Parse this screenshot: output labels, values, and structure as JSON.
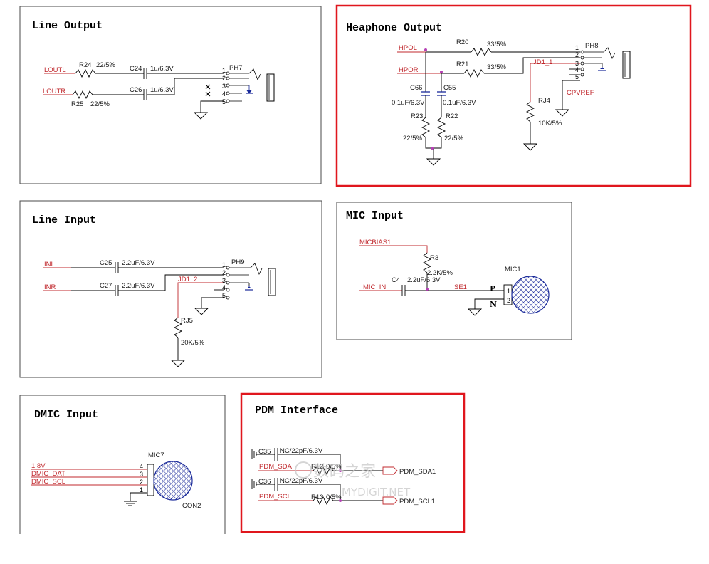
{
  "panels": {
    "line_output": {
      "title": "Line Output",
      "nets": {
        "loutl": "LOUTL",
        "loutr": "LOUTR"
      },
      "parts": {
        "r24": "R24",
        "r24_val": "22/5%",
        "r25": "R25",
        "r25_val": "22/5%",
        "c24": "C24",
        "c24_val": "1u/6.3V",
        "c26": "C26",
        "c26_val": "1u/6.3V",
        "jack": "PH7"
      },
      "pins": [
        "1",
        "2",
        "3",
        "4",
        "5"
      ]
    },
    "headphone_output": {
      "title": "Heaphone Output",
      "nets": {
        "hpol": "HPOL",
        "hpor": "HPOR",
        "jd": "JD1_1",
        "cpvref": "CPVREF"
      },
      "parts": {
        "r20": "R20",
        "r20_val": "33/5%",
        "r21": "R21",
        "r21_val": "33/5%",
        "c66": "C66",
        "c66_val": "0.1uF/6.3V",
        "c55": "C55",
        "c55_val": "0.1uF/6.3V",
        "r23": "R23",
        "r23_val": "22/5%",
        "r22": "R22",
        "r22_val": "22/5%",
        "rj4": "RJ4",
        "rj4_val": "10K/5%",
        "jack": "PH8"
      },
      "pins": [
        "1",
        "2",
        "3",
        "4",
        "5"
      ]
    },
    "line_input": {
      "title": "Line Input",
      "nets": {
        "inl": "INL",
        "inr": "INR",
        "jd": "JD1_2"
      },
      "parts": {
        "c25": "C25",
        "c25_val": "2.2uF/6.3V",
        "c27": "C27",
        "c27_val": "2.2uF/6.3V",
        "rj5": "RJ5",
        "rj5_val": "20K/5%",
        "jack": "PH9"
      },
      "pins": [
        "1",
        "2",
        "3",
        "4",
        "5"
      ]
    },
    "mic_input": {
      "title": "MIC Input",
      "nets": {
        "micbias": "MICBIAS1",
        "mic_in": "MIC_IN",
        "se": "SE1"
      },
      "parts": {
        "r3": "R3",
        "r3_val": "2.2K/5%",
        "c4": "C4",
        "c4_val": "2.2uF/6.3V",
        "mic": "MIC1",
        "p": "P",
        "n": "N",
        "pin1": "1",
        "pin2": "2"
      }
    },
    "dmic_input": {
      "title": "DMIC Input",
      "nets": {
        "v18": "1.8V",
        "dat": "DMIC_DAT",
        "scl": "DMIC_SCL"
      },
      "parts": {
        "mic": "MIC7",
        "con": "CON2"
      },
      "pins": [
        "4",
        "3",
        "2",
        "1"
      ]
    },
    "pdm_interface": {
      "title": "PDM Interface",
      "nets": {
        "sda": "PDM_SDA",
        "scl": "PDM_SCL",
        "sda_out": "PDM_SDA1",
        "scl_out": "PDM_SCL1"
      },
      "parts": {
        "c35": "C35",
        "c35_val": "NC/22pF/6.3V",
        "c36": "C36",
        "c36_val": "NC/22pF/6.3V",
        "r12": "R12",
        "r12_val": "0/5%",
        "r13": "R13",
        "r13_val": "0/5%"
      }
    }
  },
  "watermark": {
    "cn": "数码之家",
    "en": "MYDIGIT.NET"
  },
  "colors": {
    "net_label": "#c0282d",
    "highlight": "#e0161d",
    "junction": "#b540b5",
    "mic_fill": "#1a2a9a"
  }
}
